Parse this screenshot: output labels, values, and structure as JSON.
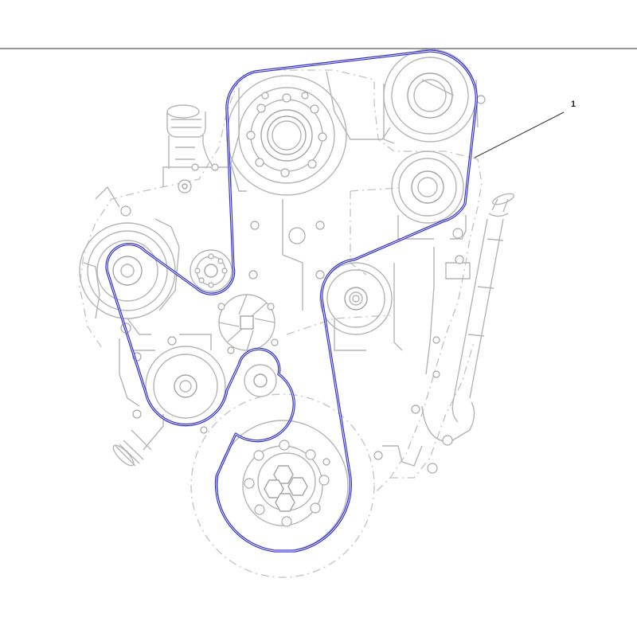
{
  "callouts": [
    {
      "id": "belt",
      "label": "1"
    }
  ],
  "colors": {
    "belt": "#2a2ad8",
    "line_art": "#b5b5b5",
    "header_rule": "#333333",
    "background": "#ffffff"
  },
  "components": [
    {
      "name": "belt-tensioner-pulley",
      "icon": "pulley-icon"
    },
    {
      "name": "idler-pulley",
      "icon": "pulley-icon"
    },
    {
      "name": "fan-drive-pulley",
      "icon": "pulley-icon"
    },
    {
      "name": "alternator-pulley",
      "icon": "pulley-icon"
    },
    {
      "name": "water-pump-pulley",
      "icon": "pulley-icon"
    },
    {
      "name": "crankshaft-damper-pulley",
      "icon": "damper-icon"
    },
    {
      "name": "oil-filler-tube",
      "icon": "tube-icon"
    },
    {
      "name": "drive-belt",
      "icon": "belt-icon"
    }
  ]
}
